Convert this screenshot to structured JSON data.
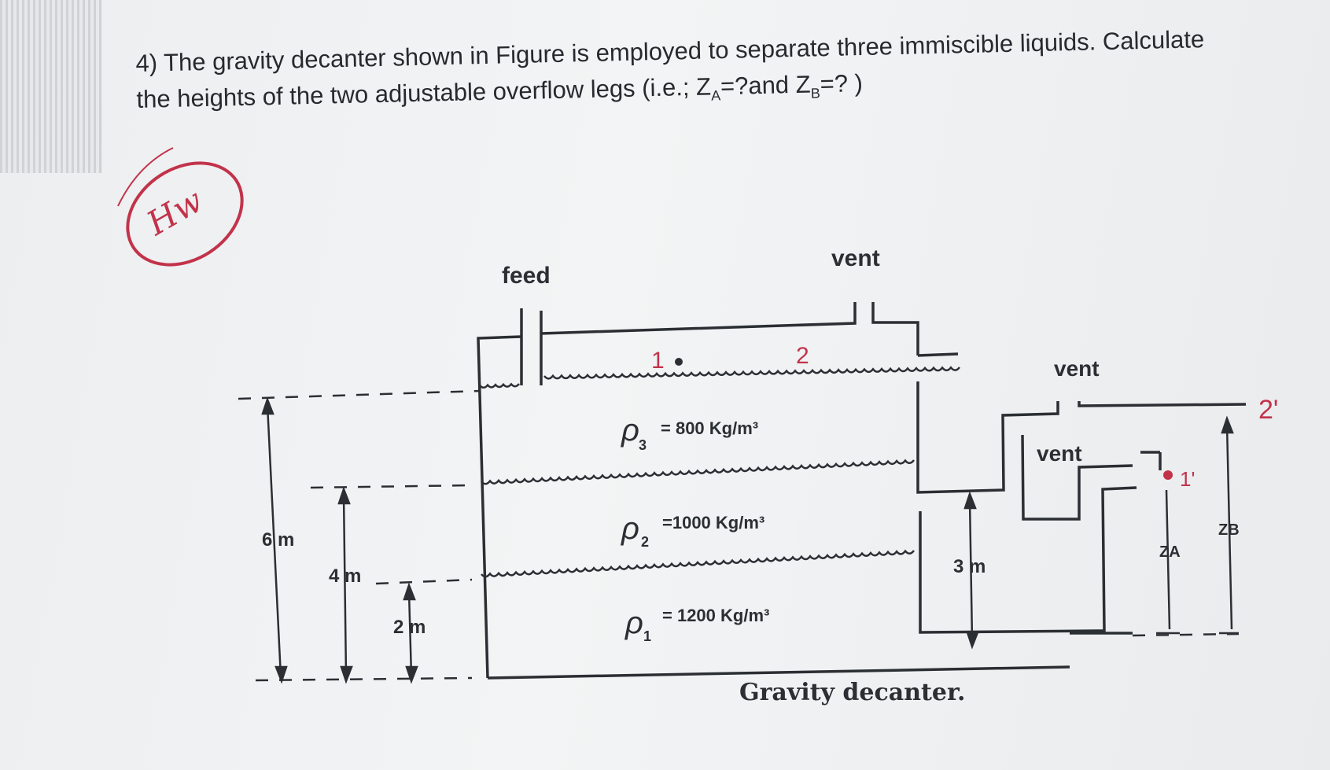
{
  "question": {
    "line1": "4) The gravity decanter shown in Figure is employed to separate three immiscible liquids. Calculate",
    "line2_pre": "the heights of the two adjustable overflow legs (i.e.; Z",
    "sub_a": "A",
    "line2_mid": "=?and Z",
    "sub_b": "B",
    "line2_end": "=? )"
  },
  "handwritten_note": "Hw",
  "figure": {
    "labels": {
      "feed": "feed",
      "vent_top": "vent",
      "vent_mid": "vent",
      "vent_low": "vent",
      "point1": "1",
      "point2": "2",
      "point2_prime": "2'",
      "point1_prime": "1'",
      "dim_6m": "6 m",
      "dim_4m": "4 m",
      "dim_2m": "2 m",
      "dim_3m": "3 m",
      "za": "ZA",
      "zb": "ZB"
    },
    "densities": {
      "rho3_symbol": "ρ",
      "rho3_sub": "3",
      "rho3_value": "= 800 Kg/m³",
      "rho2_symbol": "ρ",
      "rho2_sub": "2",
      "rho2_value": "=1000 Kg/m³",
      "rho1_symbol": "ρ",
      "rho1_sub": "1",
      "rho1_value": "=  1200 Kg/m³"
    },
    "caption": "Gravity decanter."
  },
  "colors": {
    "ink": "#2b2f33",
    "pen_red": "#c2334a",
    "page": "#eef0f1",
    "background": "#6f7579"
  }
}
